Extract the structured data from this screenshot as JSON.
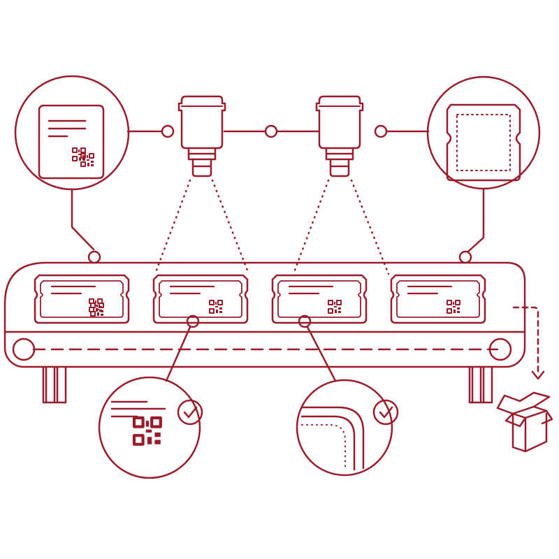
{
  "colors": {
    "stroke": "#9b1b2a",
    "background": "#ffffff"
  },
  "icons": {
    "camera": "machine-vision-camera-icon",
    "label": "label-sheet-icon",
    "die_cut": "die-cut-outline-icon",
    "qr": "qr-code-icon",
    "check": "checkmark-icon",
    "box": "open-box-icon"
  },
  "diagram": {
    "cameras": 2,
    "labels_on_belt": 4,
    "verified_checks": [
      "qr-code",
      "edge-alignment"
    ]
  }
}
